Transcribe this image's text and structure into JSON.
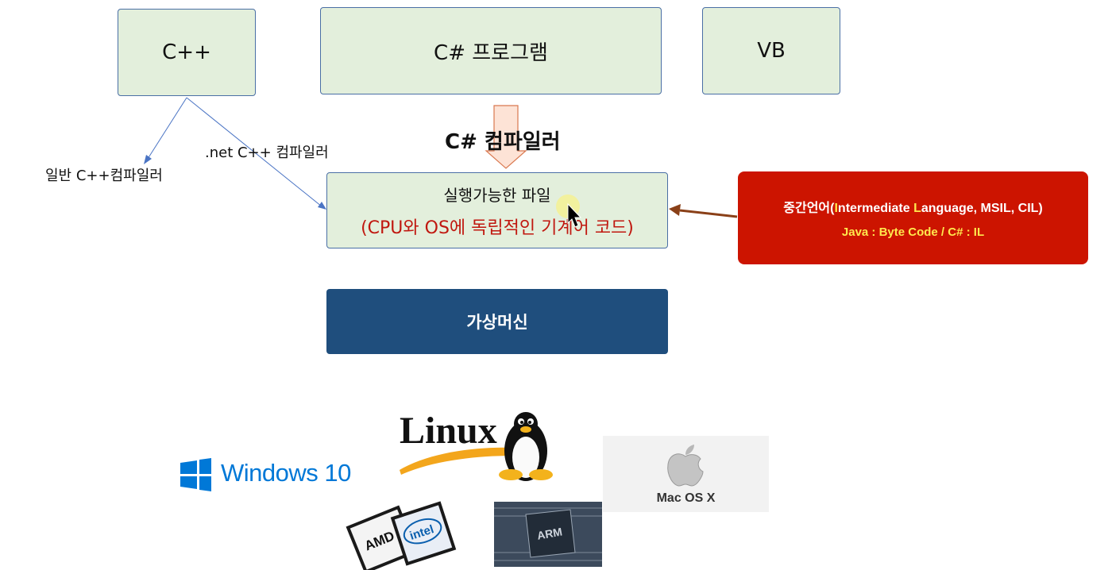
{
  "languages": {
    "cpp": "C++",
    "csharp": "C# 프로그램",
    "vb": "VB"
  },
  "compilers": {
    "csharp": "C# 컴파일러",
    "native_cpp": "일반 C++컴파일러",
    "dotnet_cpp": ".net C++ 컴파일러"
  },
  "executable": {
    "title": "실행가능한 파일",
    "subtitle": "(CPU와 OS에 독립적인 기계어 코드)"
  },
  "intermediate_language": {
    "line1_prefix": "중간언어(",
    "line1_i": "I",
    "line1_mid": "ntermediate ",
    "line1_l": "L",
    "line1_suffix": "anguage, MSIL, CIL)",
    "line2": "Java : Byte Code / C# : IL"
  },
  "virtual_machine": "가상머신",
  "platforms": {
    "windows": "Windows 10",
    "linux": "Linux",
    "mac": "Mac OS X",
    "amd": "AMD",
    "intel": "intel",
    "arm": "ARM"
  },
  "colors": {
    "box_fill": "#e3efdc",
    "box_border": "#4a6fa5",
    "vm_fill": "#1f4e7d",
    "il_fill": "#cc1400",
    "highlight_yellow": "#ffe84d",
    "subtitle_red": "#c0170f",
    "windows_blue": "#0078d7"
  }
}
